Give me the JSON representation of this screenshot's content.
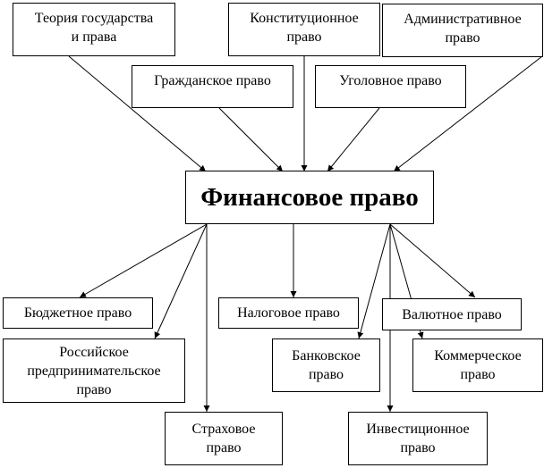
{
  "central": "Финансовое право",
  "sources": [
    {
      "id": "theory",
      "label": "Теория государства\nи права"
    },
    {
      "id": "constitutional",
      "label": "Конституционное\nправо"
    },
    {
      "id": "administrative",
      "label": "Административное\nправо"
    },
    {
      "id": "civil",
      "label": "Гражданское право"
    },
    {
      "id": "criminal",
      "label": "Уголовное право"
    }
  ],
  "branches": [
    {
      "id": "budget",
      "label": "Бюджетное право"
    },
    {
      "id": "tax",
      "label": "Налоговое право"
    },
    {
      "id": "currency",
      "label": "Валютное право"
    },
    {
      "id": "business",
      "label": "Российское\nпредпринимательское\nправо"
    },
    {
      "id": "banking",
      "label": "Банковское\nправо"
    },
    {
      "id": "commercial",
      "label": "Коммерческое\nправо"
    },
    {
      "id": "insurance",
      "label": "Страховое\nправо"
    },
    {
      "id": "investment",
      "label": "Инвестиционное\nправо"
    }
  ]
}
